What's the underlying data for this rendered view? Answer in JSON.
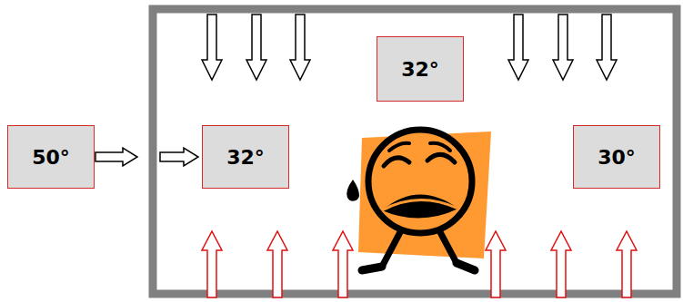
{
  "diagram": {
    "nodes": [
      {
        "text": [
          "32°"
        ]
      },
      {
        "text": [
          "50°"
        ]
      },
      {
        "text": [
          "32°"
        ]
      },
      {
        "text": [
          "30°"
        ]
      }
    ],
    "edges": [
      {
        "from": 1,
        "to": 2,
        "arrow": "to"
      }
    ]
  }
}
